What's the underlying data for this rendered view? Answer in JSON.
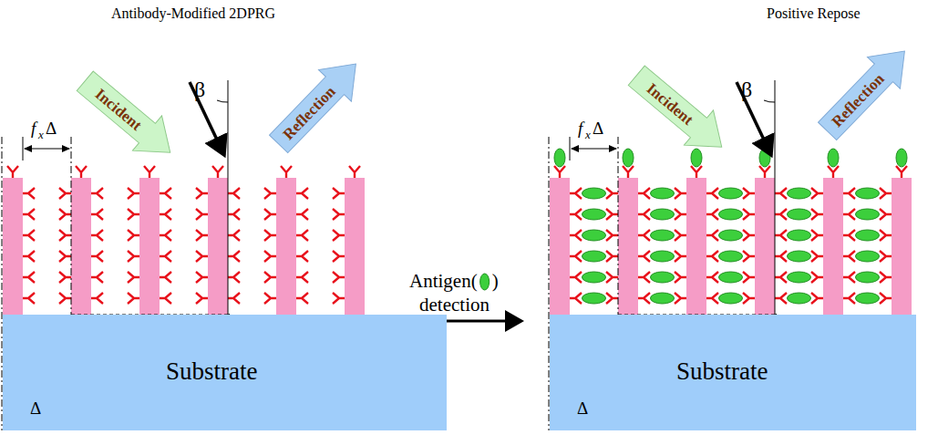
{
  "diagram": {
    "nodes": [
      {
        "text": [
          "Incident"
        ]
      },
      {
        "text": [
          "Reflection"
        ]
      },
      {
        "text": [
          "Substrate"
        ]
      },
      {
        "text": [
          "Incident"
        ]
      },
      {
        "text": [
          "Reflection"
        ]
      },
      {
        "text": [
          "Substrate"
        ]
      }
    ],
    "labels": [
      "Antibody-Modified 2DPRG",
      "Positive Repose",
      "β",
      "f",
      "x",
      "Δ",
      "Δ",
      "Antigen(",
      ")",
      "detection",
      "β",
      "f",
      "x",
      "Δ",
      "Δ"
    ]
  }
}
